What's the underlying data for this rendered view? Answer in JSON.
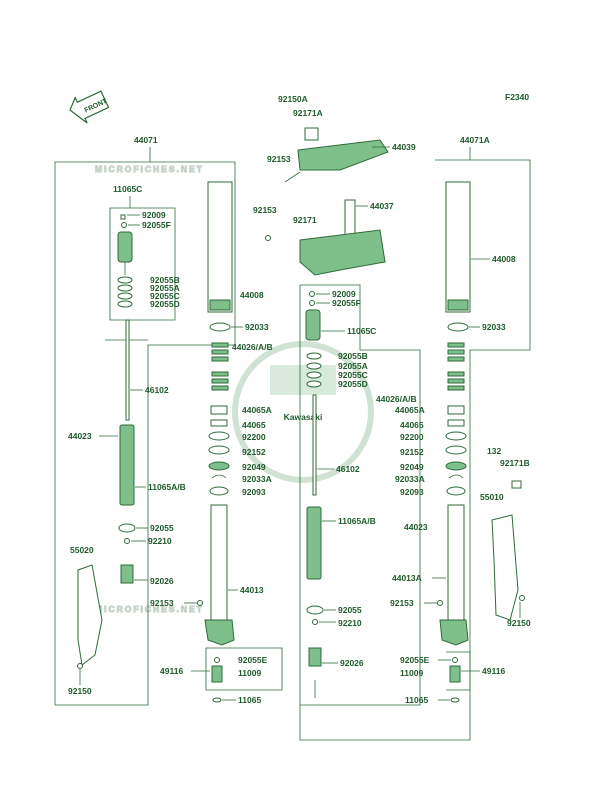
{
  "diagram": {
    "code": "F2340",
    "front_label": "FRONT",
    "watermark_top": "MICROFICHES.NET",
    "watermark_bottom": "MICROFICHES.NET",
    "logo_text": "Kawasaki",
    "parts": {
      "p92150A": "92150A",
      "p92171A": "92171A",
      "p44039": "44039",
      "p92153_top": "92153",
      "p92153_mid": "92153",
      "p92171": "92171",
      "p44037": "44037",
      "p44071_left": "44071",
      "p44071A": "44071A",
      "p11065C_left": "11065C",
      "p92009_left": "92009",
      "p92055F_left": "92055F",
      "p92055B_left": "92055B",
      "p92055A_left": "92055A",
      "p92055C_left": "92055C",
      "p92055D_left": "92055D",
      "p46102_left": "46102",
      "p44023_left": "44023",
      "p11065AB_left": "11065A/B",
      "p92055_left": "92055",
      "p92210_left": "92210",
      "p92026_left": "92026",
      "p55020": "55020",
      "p92153_lb": "92153",
      "p92150_left": "92150",
      "p44008_left": "44008",
      "p92033_left": "92033",
      "p44026AB_left": "44026/A/B",
      "p44065A_left": "44065A",
      "p44065_left": "44065",
      "p92200_left": "92200",
      "p92152_left": "92152",
      "p92049_left": "92049",
      "p92033A_left": "92033A",
      "p92093_left": "92093",
      "p44013": "44013",
      "p92055E_left": "92055E",
      "p49116_left": "49116",
      "p11009_left": "11009",
      "p11065_left": "11065",
      "p92009_c": "92009",
      "p92055F_c": "92055F",
      "p11065C_c": "11065C",
      "p92055B_c": "92055B",
      "p92055A_c": "92055A",
      "p92055C_c": "92055C",
      "p92055D_c": "92055D",
      "p46102_c": "46102",
      "p11065AB_c": "11065A/B",
      "p44023_c": "44023",
      "p92055_c": "92055",
      "p92210_c": "92210",
      "p92026_c": "92026",
      "p44008_right": "44008",
      "p92033_right": "92033",
      "p44026AB_right": "44026/A/B",
      "p44065A_right": "44065A",
      "p44065_right": "44065",
      "p92200_right": "92200",
      "p92152_right": "92152",
      "p92049_right": "92049",
      "p92033A_right": "92033A",
      "p92093_right": "92093",
      "p44013A": "44013A",
      "p92153_rb": "92153",
      "p92055E_right": "92055E",
      "p11009_right": "11009",
      "p49116_right": "49116",
      "p11065_right": "11065",
      "p132": "132",
      "p92171B": "92171B",
      "p55010": "55010",
      "p92150_right": "92150"
    }
  }
}
